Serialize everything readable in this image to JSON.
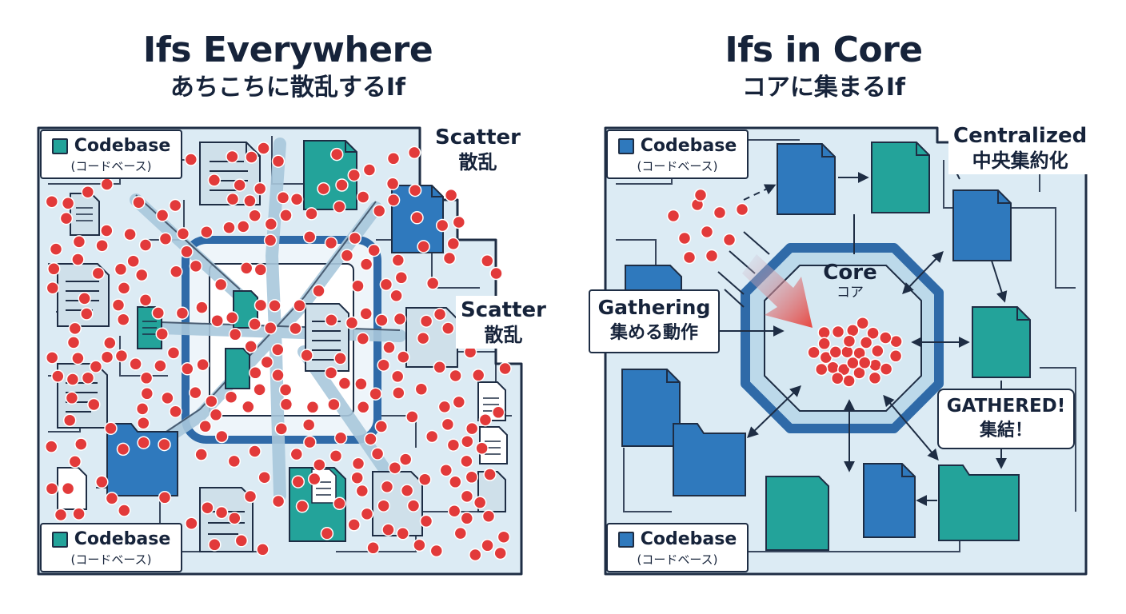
{
  "left": {
    "title": "Ifs Everywhere",
    "subtitle": "あちこちに散乱するIf",
    "codebase_top": {
      "label": "Codebase",
      "sublabel": "(コードベース)"
    },
    "codebase_bottom": {
      "label": "Codebase",
      "sublabel": "(コードベース)"
    },
    "scatter_top": {
      "label": "Scatter",
      "sublabel": "散乱"
    },
    "scatter_right": {
      "label": "Scatter",
      "sublabel": "散乱"
    }
  },
  "right": {
    "title": "Ifs in Core",
    "subtitle": "コアに集まるIf",
    "codebase_top": {
      "label": "Codebase",
      "sublabel": "(コードベース)"
    },
    "codebase_bottom": {
      "label": "Codebase",
      "sublabel": "(コードベース)"
    },
    "centralized": {
      "label": "Centralized",
      "sublabel": "中央集約化"
    },
    "gathering": {
      "label": "Gathering",
      "sublabel": "集める動作"
    },
    "core": {
      "label": "Core",
      "sublabel": "コア"
    },
    "gathered": {
      "label": "GATHERED!",
      "sublabel": "集結！"
    }
  },
  "colors": {
    "panel_fill": "#dcebf4",
    "panel_stroke": "#1e2d44",
    "core_fill": "#bcd9ea",
    "if_dot": "#e23a3a",
    "file_blue": "#2f79bd",
    "file_teal": "#23a39a",
    "file_light": "#cfe0ea",
    "arrow_red": "#e8463f"
  },
  "icons": [
    "document-icon",
    "folder-icon",
    "if-dot-icon",
    "arrow-icon"
  ]
}
